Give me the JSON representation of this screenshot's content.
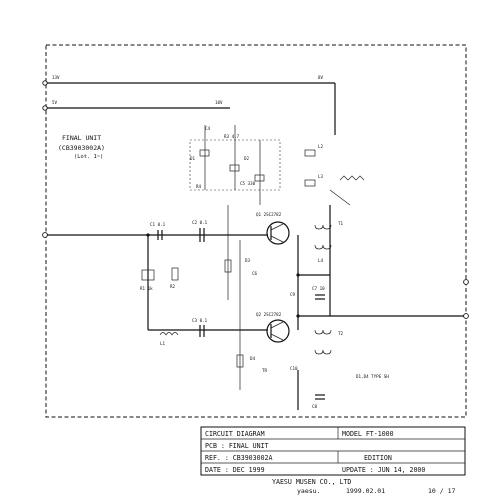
{
  "nets": {
    "n13v": "13V",
    "n5v": "5V",
    "n8v": "8V",
    "n10v": "10V"
  },
  "final_unit": {
    "line1": "FINAL UNIT",
    "line2": "(CB3903002A)",
    "line3": "(Lot. 1~)"
  },
  "side_note": "D1,D4 TYPE SH",
  "components": {
    "c1": "C1 0.1",
    "c2": "C2 0.1",
    "c3": "C3 0.1",
    "c4": "C4",
    "c5": "C5 330",
    "c6": "C6",
    "c7": "C7 10",
    "c8": "C8",
    "c9": "C9",
    "c10": "C10",
    "r1": "R1 1k",
    "r2": "R2",
    "r3": "R3 4.7",
    "r4": "R4",
    "l1": "L1",
    "l2": "L2",
    "l3": "L3",
    "l4": "L4",
    "t1": "T1",
    "t2": "T2",
    "q1": "Q1 2SC2782",
    "q2": "Q2 2SC2782",
    "d1": "D1",
    "d2": "D2",
    "d3": "D3",
    "d4": "D4",
    "tr": "TR"
  },
  "title_block": {
    "circuit_label": "CIRCUIT DIAGRAM",
    "model_label": "MODEL FT-1000",
    "pcb_label": "PCB : FINAL UNIT",
    "ref_label": "REF. : CB3903002A",
    "edition_label": "EDITION",
    "date_label": "DATE : DEC 1999",
    "update_label": "UPDATE : JUN 14, 2000",
    "company_label": "YAESU MUSEN CO., LTD"
  },
  "footer": {
    "brand": "yaesu.",
    "stamp": "1999.02.01",
    "page": "10 / 17"
  }
}
